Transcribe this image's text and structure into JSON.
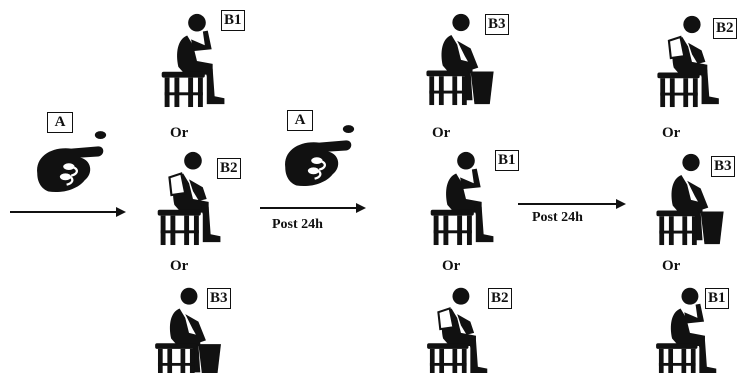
{
  "stimulus_label": "A",
  "choice_connector": "Or",
  "time_label": "Post 24h",
  "stage1": [
    "B1",
    "B2",
    "B3"
  ],
  "stage2": [
    "B3",
    "B1",
    "B2"
  ],
  "stage3": [
    "B2",
    "B3",
    "B1"
  ],
  "colors": {
    "ink": "#111111",
    "background": "#ffffff"
  },
  "icons": [
    "hand-icon",
    "person-eating-icon",
    "person-with-backpack-icon",
    "person-with-basket-icon"
  ]
}
